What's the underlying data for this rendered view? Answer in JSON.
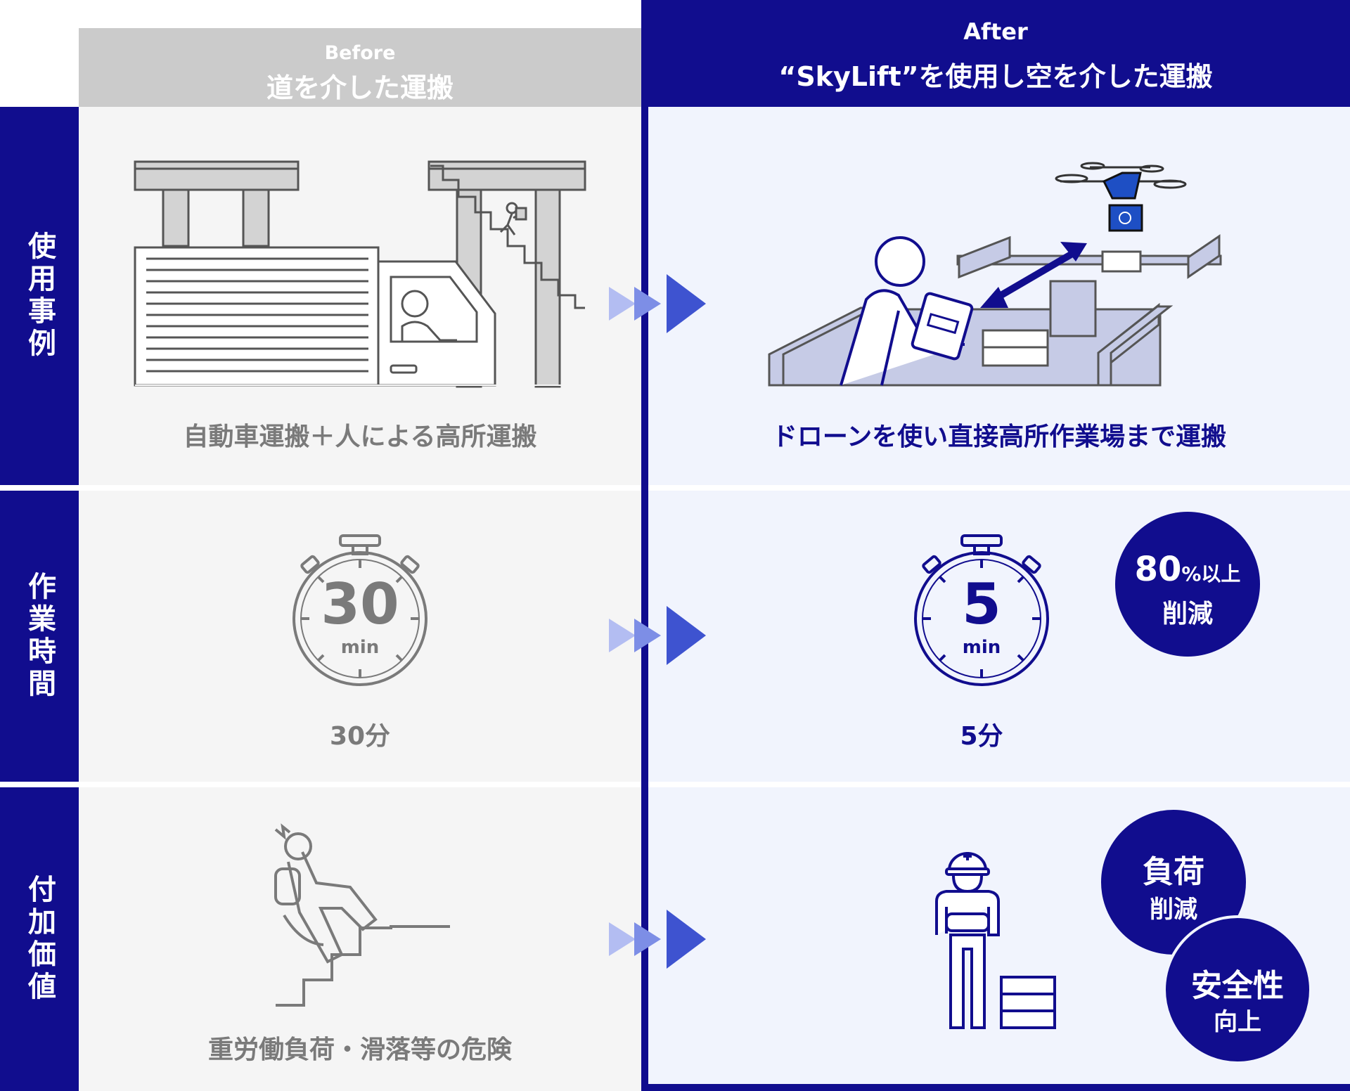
{
  "header": {
    "before_en": "Before",
    "before_ja": "道を介した運搬",
    "after_en": "After",
    "after_ja": "“SkyLift”を使用し空を介した運搬"
  },
  "rows": [
    {
      "label": "使用事例",
      "before_caption": "自動車運搬＋人による高所運搬",
      "after_caption": "ドローンを使い直接高所作業場まで運搬"
    },
    {
      "label": "作業時間",
      "before_timer_value": "30",
      "before_timer_unit": "min",
      "before_caption": "30分",
      "after_timer_value": "5",
      "after_timer_unit": "min",
      "after_caption": "5分",
      "badge_number": "80",
      "badge_suffix": "%以上",
      "badge_line2": "削減"
    },
    {
      "label": "付加価値",
      "before_caption": "重労働負荷・滑落等の危険",
      "badge1_line1": "負荷",
      "badge1_line2": "削減",
      "badge2_line1": "安全性",
      "badge2_line2": "向上"
    }
  ],
  "colors": {
    "navy": "#110d8e",
    "before_bg": "#f5f5f5",
    "after_bg": "#f1f4fd",
    "header_gray": "#cbcbcb",
    "arrow_dark": "#3e53d0",
    "arrow_mid": "#7d8ee6",
    "arrow_light": "#b3bdf2"
  },
  "icons": [
    "highway-truck-stairs-illustration",
    "drone-delivery-illustration",
    "stopwatch-icon",
    "falling-worker-icon",
    "worker-with-box-icon",
    "triple-arrow-icon"
  ]
}
